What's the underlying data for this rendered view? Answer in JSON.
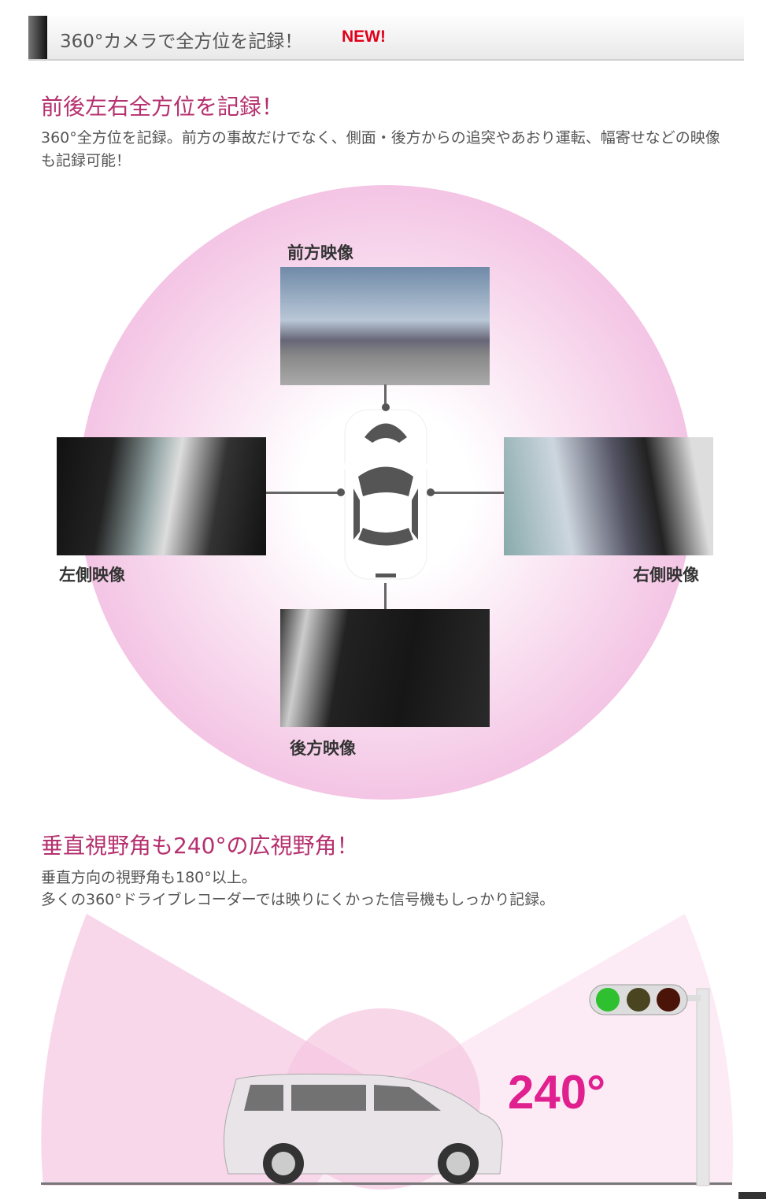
{
  "header": {
    "title": "360°カメラで全方位を記録！",
    "badge": "NEW!"
  },
  "section1": {
    "heading": "前後左右全方位を記録！",
    "body": "360°全方位を記録。前方の事故だけでなく、側面・後方からの追突やあおり運転、幅寄せなどの映像も記録可能！",
    "labels": {
      "front": "前方映像",
      "left": "左側映像",
      "right": "右側映像",
      "rear": "後方映像"
    }
  },
  "section2": {
    "heading": "垂直視野角も240°の広視野角！",
    "body_line1": "垂直方向の視野角も180°以上。",
    "body_line2": "多くの360°ドライブレコーダーでは映りにくかった信号機もしっかり記録。",
    "angle": "240°"
  },
  "colors": {
    "accent": "#b5306e",
    "badge": "#e0001a",
    "angle": "#e0208f"
  }
}
